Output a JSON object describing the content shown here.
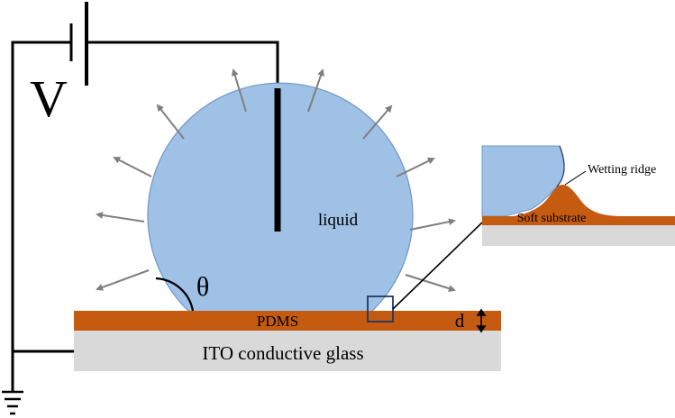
{
  "labels": {
    "voltage": "V",
    "liquid": "liquid",
    "angle": "θ",
    "pdms": "PDMS",
    "thickness": "d",
    "glass": "ITO conductive glass",
    "wetting_ridge": "Wetting ridge",
    "soft_substrate": "Soft substrate"
  },
  "colors": {
    "liquid": "#9fc1e6",
    "liquid_stroke": "#6f95c9",
    "pdms": "#c55a11",
    "glass": "#d9d9d9",
    "arrow": "#7f7f7f",
    "wire": "#000000",
    "inset_box": "#1f3864"
  }
}
